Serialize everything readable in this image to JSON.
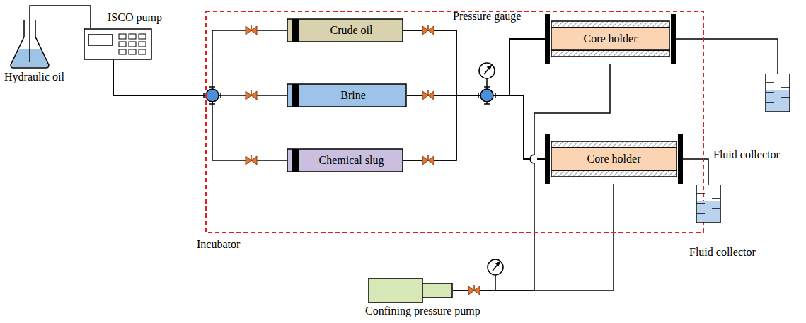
{
  "diagram": {
    "nodes": [
      {
        "text": [
          "Hydraulic oil"
        ]
      },
      {
        "text": [
          "ISCO pump"
        ]
      },
      {
        "text": [
          "Incubator"
        ]
      },
      {
        "text": [
          "Crude oil"
        ],
        "in": 2
      },
      {
        "text": [
          "Brine"
        ],
        "in": 2
      },
      {
        "text": [
          "Chemical slug"
        ],
        "in": 2
      },
      {
        "text": [
          "Core holder"
        ],
        "in": 2
      },
      {
        "text": [
          "Core holder"
        ],
        "in": 2
      },
      {
        "text": [
          "Fluid collector"
        ]
      },
      {
        "text": [
          "Fluid collector"
        ]
      },
      {
        "text": [
          "Confining pressure pump"
        ]
      }
    ],
    "edges": [
      {
        "from": 0,
        "to": 1,
        "arrow": "none"
      },
      {
        "from": 1,
        "to": 3,
        "arrow": "none"
      },
      {
        "from": 1,
        "to": 4,
        "arrow": "none"
      },
      {
        "from": 1,
        "to": 5,
        "arrow": "none"
      },
      {
        "from": 3,
        "to": 6,
        "arrow": "none"
      },
      {
        "from": 3,
        "to": 7,
        "arrow": "none"
      },
      {
        "from": 4,
        "to": 6,
        "arrow": "none"
      },
      {
        "from": 4,
        "to": 7,
        "arrow": "none"
      },
      {
        "from": 5,
        "to": 6,
        "arrow": "none"
      },
      {
        "from": 5,
        "to": 7,
        "arrow": "none"
      },
      {
        "from": 6,
        "to": 8,
        "arrow": "none"
      },
      {
        "from": 7,
        "to": 9,
        "arrow": "none"
      },
      {
        "from": 10,
        "to": 6,
        "arrow": "none"
      },
      {
        "from": 10,
        "to": 7,
        "arrow": "none"
      }
    ],
    "labels": [
      "Pressure gauge"
    ]
  }
}
